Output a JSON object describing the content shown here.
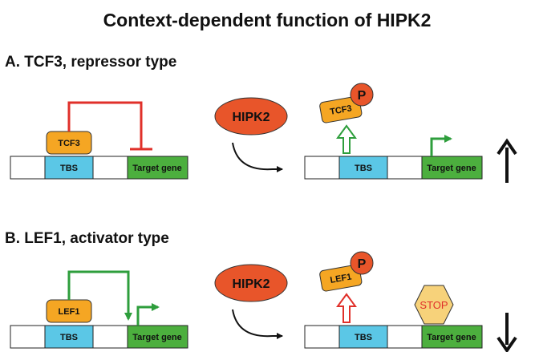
{
  "title": "Context-dependent function of HIPK2",
  "sections": [
    {
      "heading": "A.  TCF3, repressor type",
      "factor": "TCF3",
      "site": "TBS",
      "gene": "Target gene",
      "kinase": "HIPK2",
      "phospho": "P",
      "outcome": "up",
      "colors": {
        "regulation": "#e0302a",
        "release_arrow": "#2e9e3c"
      }
    },
    {
      "heading": "B.  LEF1, activator type",
      "factor": "LEF1",
      "site": "TBS",
      "gene": "Target gene",
      "kinase": "HIPK2",
      "phospho": "P",
      "stop": "STOP",
      "outcome": "down",
      "colors": {
        "regulation": "#2e9e3c",
        "release_arrow": "#e0302a"
      }
    }
  ],
  "colors": {
    "factor_fill": "#f5a623",
    "tbs_fill": "#5bc7e6",
    "gene_fill": "#4caf3e",
    "kinase_fill": "#e8552a",
    "phospho_fill": "#e8552a",
    "stop_fill": "#f7d27a",
    "stop_text": "#e0302a"
  }
}
